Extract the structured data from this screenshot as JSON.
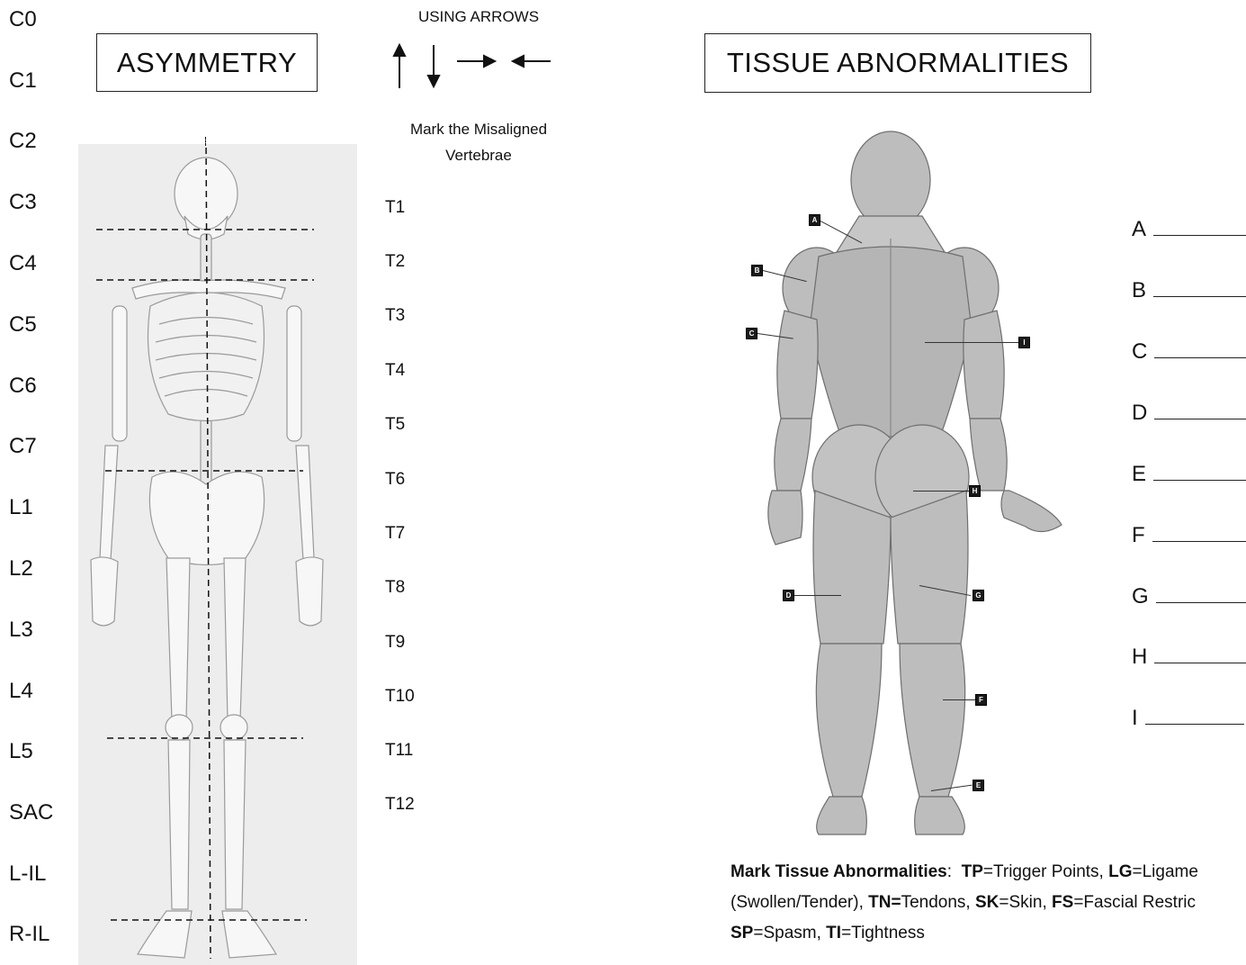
{
  "vertebrae_left": [
    "C0",
    "C1",
    "C2",
    "C3",
    "C4",
    "C5",
    "C6",
    "C7",
    "L1",
    "L2",
    "L3",
    "L4",
    "L5",
    "SAC",
    "L-IL",
    "R-IL"
  ],
  "vertebrae_thoracic": [
    "T1",
    "T2",
    "T3",
    "T4",
    "T5",
    "T6",
    "T7",
    "T8",
    "T9",
    "T10",
    "T11",
    "T12"
  ],
  "asymmetry_title": "ASYMMETRY",
  "arrows": {
    "heading": "USING ARROWS",
    "instruction_line1": "Mark the Misaligned",
    "instruction_line2": "Vertebrae",
    "icons": [
      "arrow-up-icon",
      "arrow-down-icon",
      "arrow-right-icon",
      "arrow-left-icon"
    ]
  },
  "tissue_title": "TISSUE ABNORMALITIES",
  "muscle_labels": [
    "A",
    "B",
    "C",
    "D",
    "E",
    "F",
    "G",
    "H",
    "I"
  ],
  "blanks": [
    {
      "letter": "A"
    },
    {
      "letter": "B"
    },
    {
      "letter": "C"
    },
    {
      "letter": "D"
    },
    {
      "letter": "E"
    },
    {
      "letter": "F"
    },
    {
      "letter": "G"
    },
    {
      "letter": "H"
    },
    {
      "letter": "I"
    }
  ],
  "legend": {
    "heading": "Mark Tissue Abnormalities",
    "items": [
      {
        "code": "TP",
        "desc": "Trigger Points"
      },
      {
        "code": "LG",
        "desc": "Ligame"
      },
      {
        "code": "",
        "desc": "(Swollen/Tender)"
      },
      {
        "code": "TN",
        "desc": "Tendons"
      },
      {
        "code": "SK",
        "desc": "Skin"
      },
      {
        "code": "FS",
        "desc": "Fascial Restric"
      },
      {
        "code": "SP",
        "desc": "Spasm"
      },
      {
        "code": "TI",
        "desc": "Tightness"
      }
    ]
  },
  "colors": {
    "panel": "#ededed",
    "bone": "#f7f7f7",
    "muscle": "#b9b9b9",
    "muscle_dark": "#8f8f8f"
  }
}
